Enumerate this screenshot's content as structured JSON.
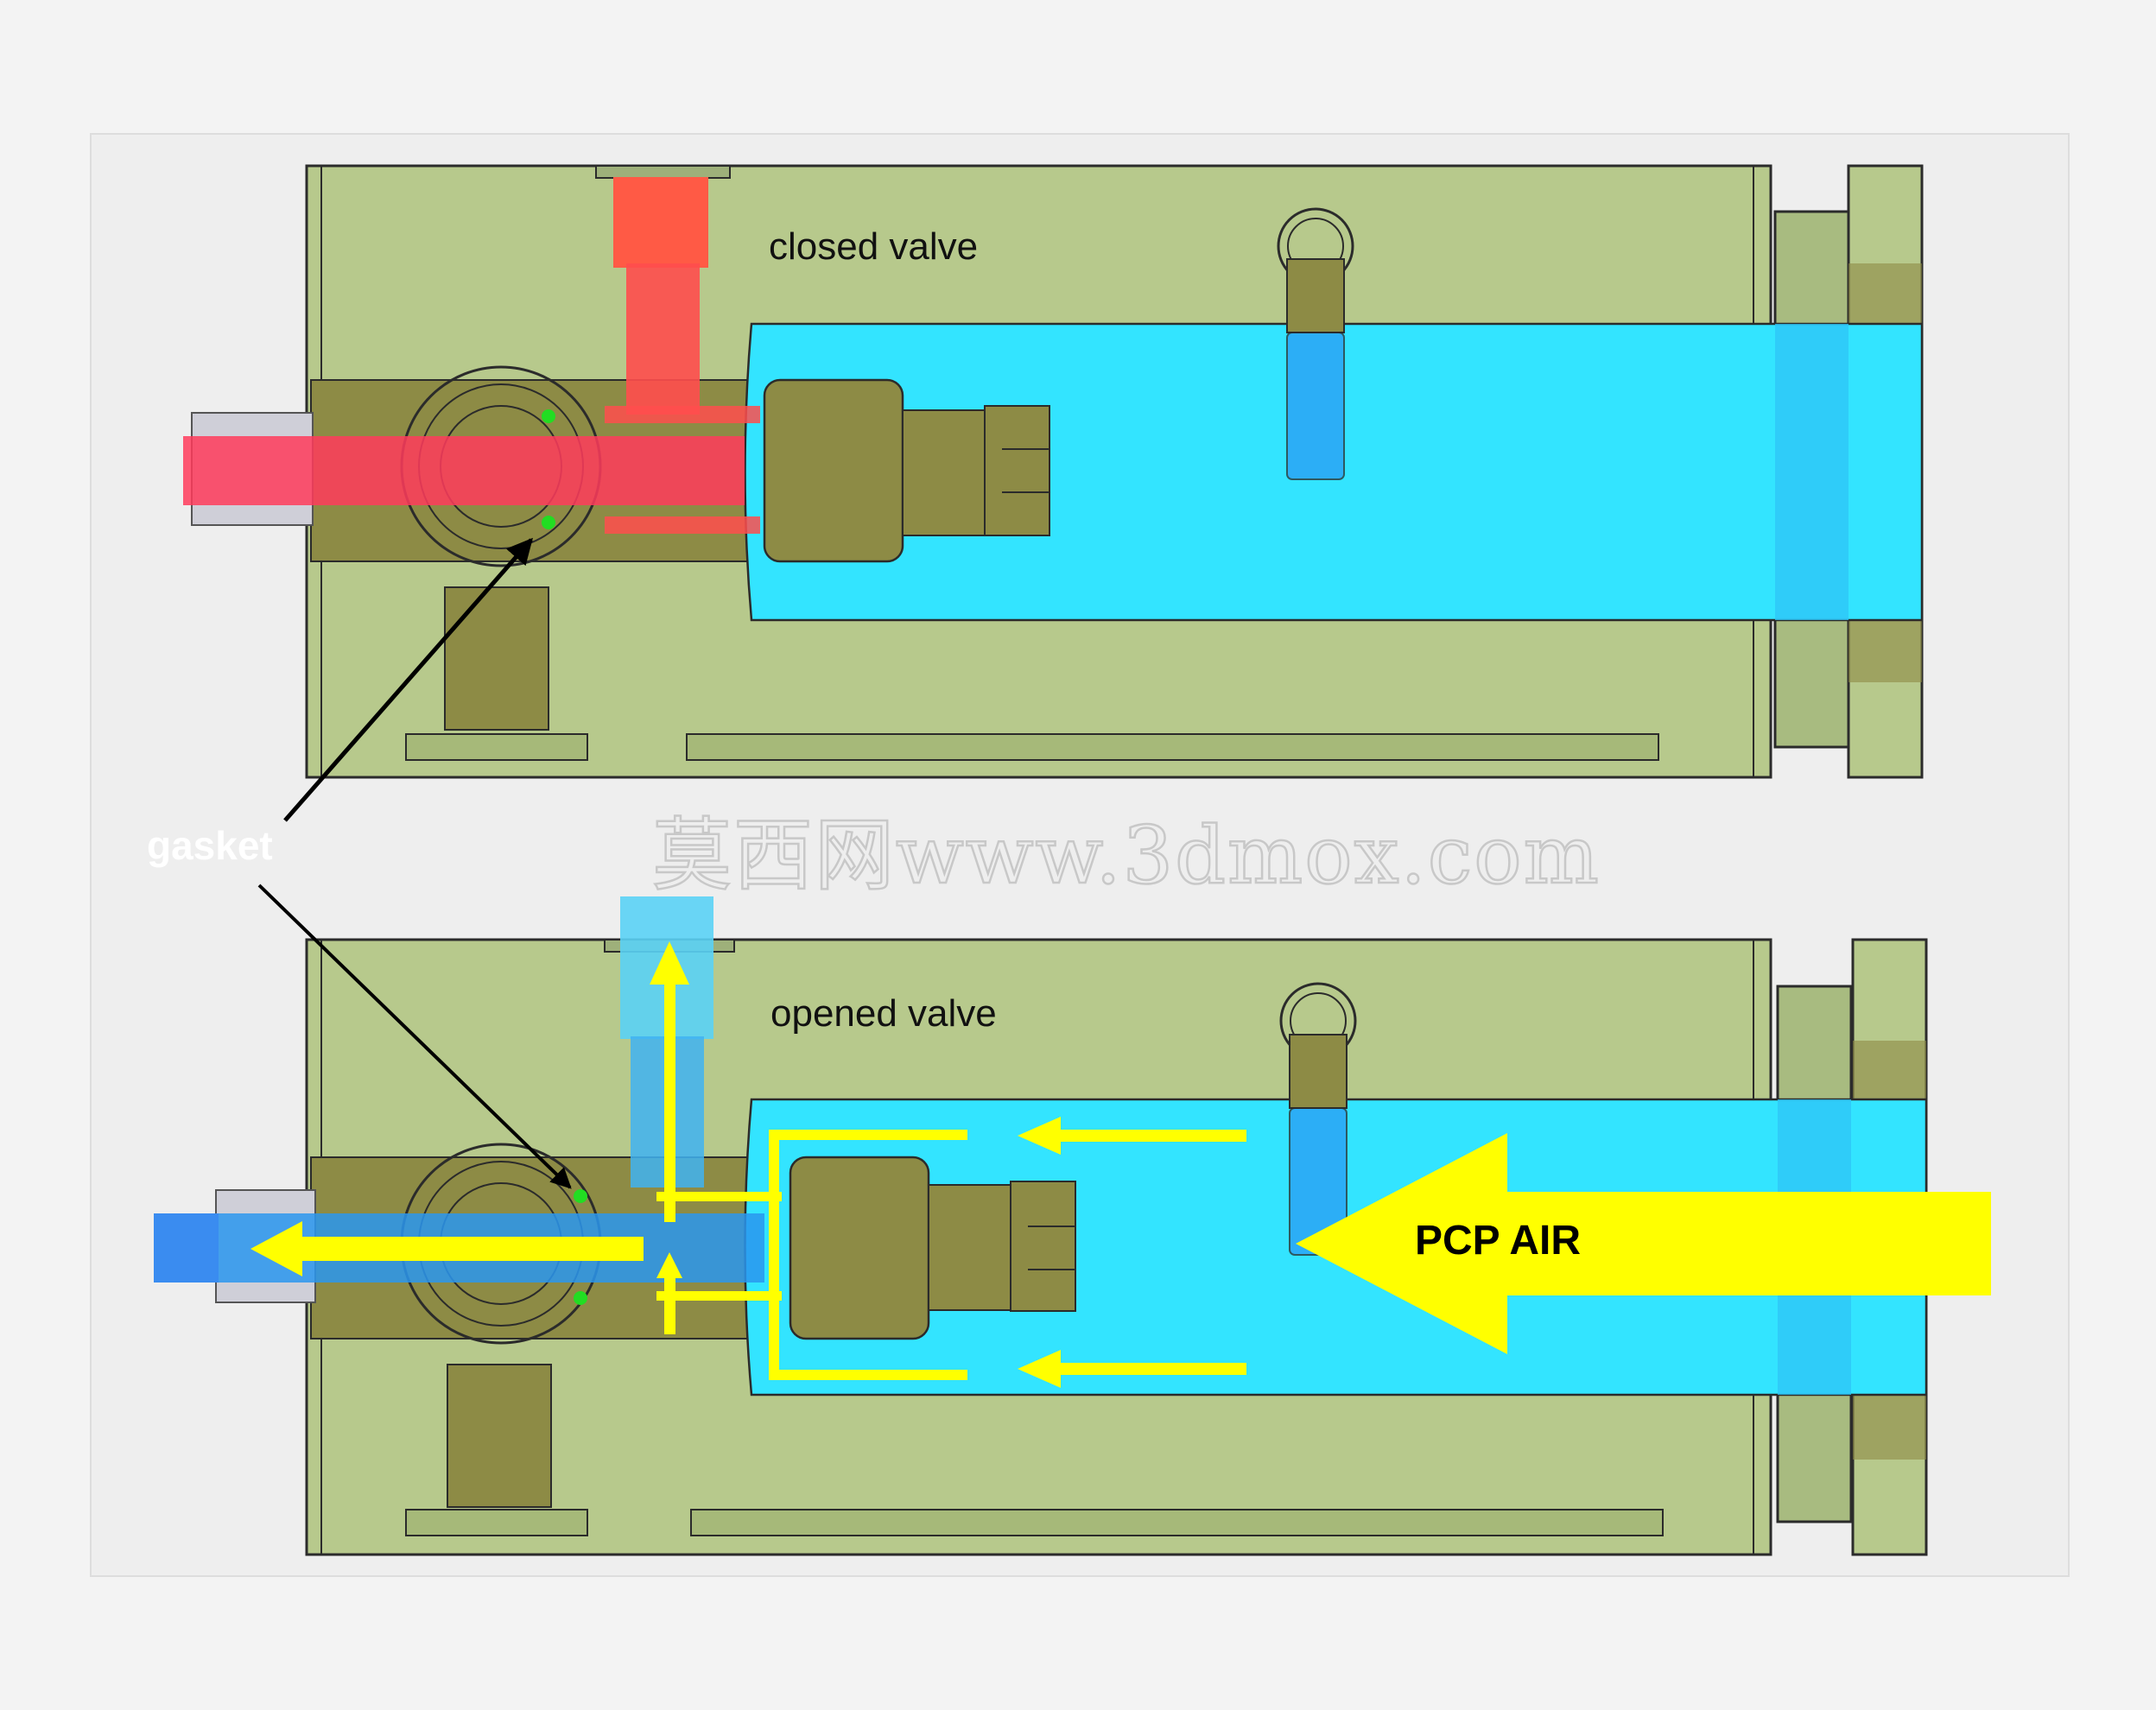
{
  "labels": {
    "closed": "closed valve",
    "opened": "opened valve",
    "gasket": "gasket",
    "air": "PCP AIR",
    "watermark": "莫西网www.3dmox.com"
  },
  "colors": {
    "background": "#f3f3f3",
    "panel": "#eeeeee",
    "body": "#b7c98c",
    "body_dark": "#8d8b45",
    "outline": "#2b2b2b",
    "air_chamber": "#33e4ff",
    "closed_channel": "#ff4d4d",
    "exhaust_blue": "#3a8cf0",
    "flow_arrow": "#ffff00",
    "gasket_dot": "#22dd22"
  },
  "icons": {
    "flow": "arrow-left-icon",
    "exhaust": "arrow-up-icon",
    "pointer": "pointer-arrow-icon"
  }
}
